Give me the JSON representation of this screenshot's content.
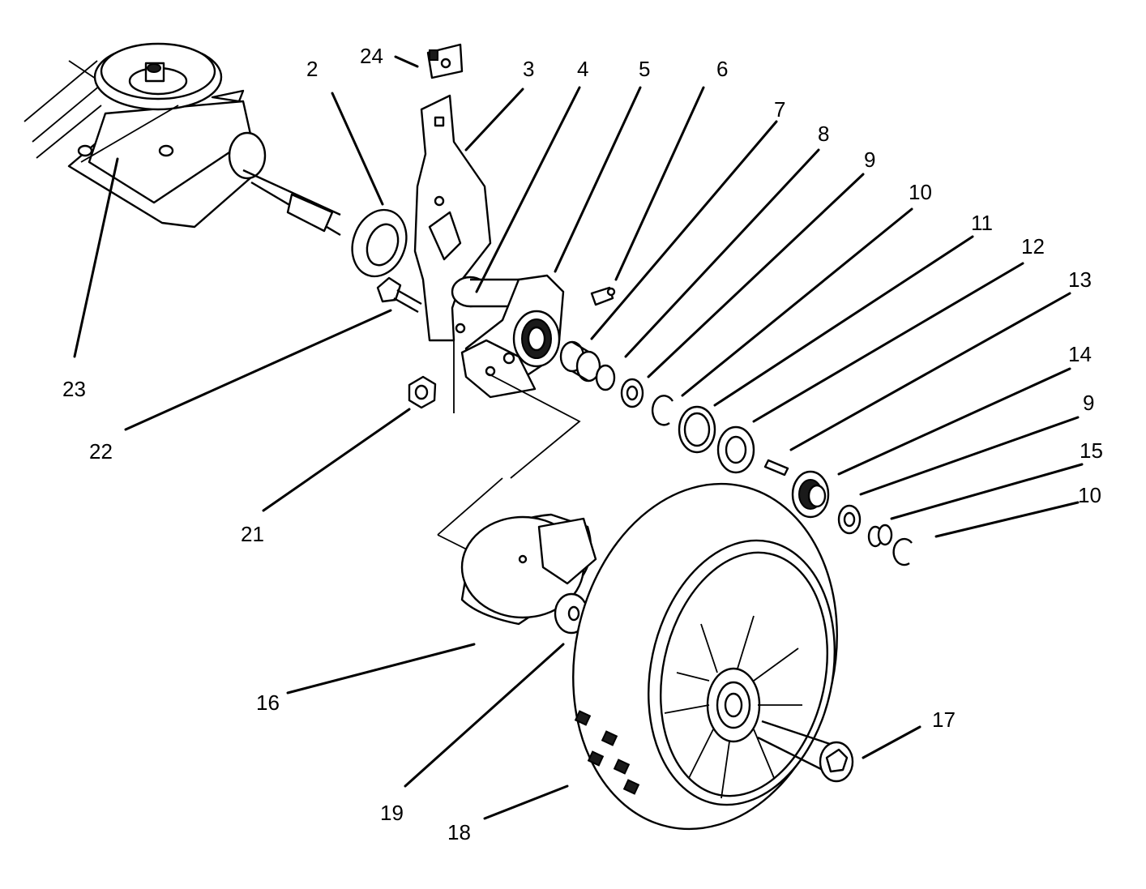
{
  "callouts": [
    "2",
    "3",
    "4",
    "5",
    "6",
    "7",
    "8",
    "9",
    "10",
    "11",
    "12",
    "13",
    "14",
    "9",
    "15",
    "10",
    "16",
    "17",
    "18",
    "19",
    "21",
    "22",
    "23",
    "24"
  ]
}
